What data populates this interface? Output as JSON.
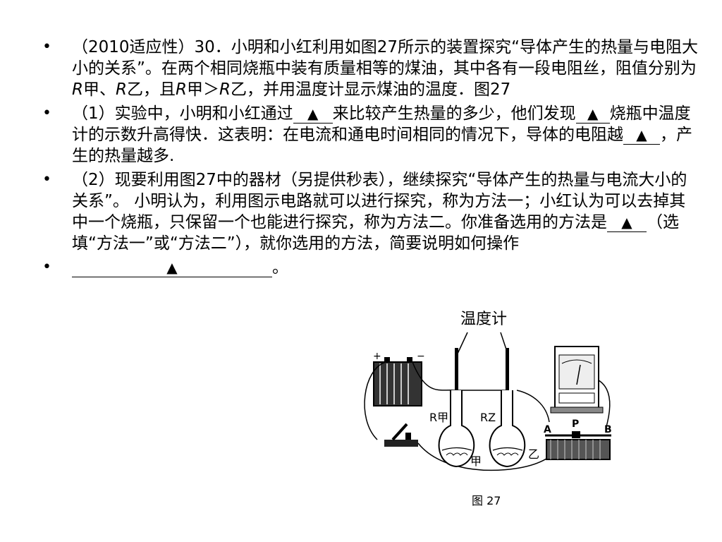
{
  "bullet_symbol": "•",
  "blank_marker": "▲",
  "p1": {
    "a": "（2010适应性）30．小明和小红利用如图27所示的装置探究“导体产生的热量与电阻大小的关系”。在两个相同烧瓶中装有质量相等的煤油，其中各有一段电阻丝，阻值分别为",
    "r": "R",
    "jia": "甲",
    "sep": "、",
    "yi": "乙",
    "and": "，且",
    "gt": "＞",
    "end": "，并用温度计显示煤油的温度．图27"
  },
  "p2": {
    "a": "（1）实验中，小明和小红通过",
    "b": "来比较产生热量的多少，他们发现",
    "c": "烧瓶中温度计的示数升高得快．这表明：在电流和通电时间相同的情况下，导体的电阻越",
    "d": "，产生的热量越多."
  },
  "p3": {
    "a": "（2）现要利用图27中的器材（另提供秒表），继续探究“导体产生的热量与电流大小的关系”。 小明认为，利用图示电路就可以进行探究，称为方法一；小红认为可以去掉其中一个烧瓶，只保留一个也能进行探究，称为方法二。你准备选用的方法是",
    "b": "（选填“方法一”或“方法二”），就你选用的方法，简要说明如何操作"
  },
  "p4": {
    "end": "。"
  },
  "figure": {
    "thermometer_label": "温度计",
    "battery_plus": "+",
    "battery_minus": "−",
    "r_jia": "R甲",
    "r_yi": "RZ",
    "flask_jia": "甲",
    "flask_yi": "乙",
    "rheo_a": "A",
    "rheo_p": "P",
    "rheo_b": "B",
    "caption": "图 27"
  }
}
